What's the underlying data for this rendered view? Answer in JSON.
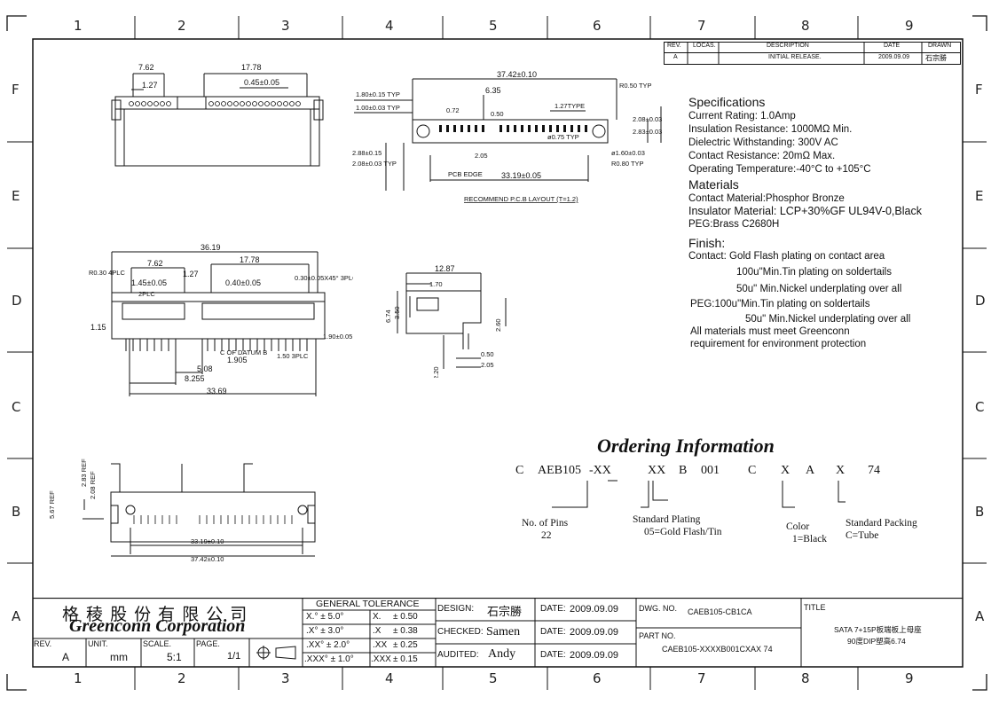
{
  "frame": {
    "columns": [
      "1",
      "2",
      "3",
      "4",
      "5",
      "6",
      "7",
      "8",
      "9"
    ],
    "rows": [
      "F",
      "E",
      "D",
      "C",
      "B",
      "A"
    ]
  },
  "revision_table": {
    "headers": [
      "REV.",
      "LOCAS.",
      "DESCRIPTION",
      "DATE",
      "DRAWN"
    ],
    "row": [
      "A",
      "",
      "INITIAL RELEASE.",
      "2009.09.09",
      "石宗勝"
    ]
  },
  "specifications": {
    "title": "Specifications",
    "lines": [
      "Current Rating: 1.0Amp",
      "Insulation Resistance: 1000MΩ Min.",
      "Dielectric Withstanding: 300V AC",
      "Contact Resistance: 20mΩ Max.",
      "Operating Temperature:-40°C to +105°C"
    ],
    "materials_title": "Materials",
    "materials": [
      "Contact Material:Phosphor Bronze",
      "Insulator Material: LCP+30%GF UL94V-0,Black",
      "PEG:Brass C2680H"
    ],
    "finish_title": "Finish:",
    "finish": [
      "Contact: Gold Flash plating on contact area",
      "100u\"Min.Tin plating on soldertails",
      "50u\" Min.Nickel underplating over all",
      "PEG:100u\"Min.Tin plating on soldertails",
      "50u\" Min.Nickel underplating over all",
      "All materials must meet Greenconn",
      "requirement for environment protection"
    ]
  },
  "dimensions": {
    "top_view": {
      "d1": "7.62",
      "d2": "17.78",
      "d3": "1.27",
      "d4": "0.45±0.05"
    },
    "pcb": {
      "d1": "37.42±0.10",
      "d2": "1.80±0.15 TYP",
      "d3": "1.00±0.03 TYP",
      "d4": "6.35",
      "d5": "0.72",
      "d6": "0.50",
      "d7": "1.27TYPE",
      "d8": "R0.50 TYP",
      "d9": "2.08±0.03",
      "d10": "2.83±0.03",
      "d11": "ø0.75 TYP",
      "d12": "2.05",
      "d13": "PCB EDGE",
      "d14": "33.19±0.05",
      "d15": "2.88±0.15",
      "d16": "2.08±0.03 TYP",
      "d17": "ø1.60±0.03",
      "d18": "R0.80 TYP",
      "caption": "RECOMMEND P.C.B LAYOUT (T=1.2)"
    },
    "front": {
      "d1": "36.19",
      "d2": "7.62",
      "d3": "17.78",
      "d4": "R0.30 4PLC",
      "d5": "1.45±0.05",
      "d6": "1.27",
      "d7": "0.40±0.05",
      "d8": "2PLC",
      "d9": "0.30±0.05X45° 3PLC",
      "d10": "1.15",
      "d11": "C OF DATUM B",
      "d12": "1.905",
      "d13": "1.50 3PLC",
      "d14": "1.90±0.05",
      "d15": "5.08",
      "d16": "8.255",
      "d17": "33.69"
    },
    "side": {
      "d1": "12.87",
      "d2": "1.70",
      "d3": "6.74",
      "d4": "3.50",
      "d5": "2.60",
      "d6": "0.50",
      "d7": "2.05",
      "d8": "2.20"
    },
    "bottom": {
      "d1": "2.83 REF",
      "d2": "2.08 REF",
      "d3": "5.67 REF",
      "d4": "33.19±0.10",
      "d5": "37.42±0.10"
    }
  },
  "ordering": {
    "title": "Ordering Information",
    "code": [
      "C",
      "AEB105",
      "-XX",
      "XX",
      "B",
      "001",
      "C",
      "X",
      "A",
      "X",
      "74"
    ],
    "pins_label": "No. of Pins",
    "pins_value": "22",
    "plating_label": "Standard Plating",
    "plating_value": "05=Gold Flash/Tin",
    "color_label": "Color",
    "color_value": "1=Black",
    "packing_label": "Standard Packing",
    "packing_value": "C=Tube"
  },
  "title_block": {
    "company_cn": "格 稜 股 份 有 限 公 司",
    "company_en": "Greenconn Corporation",
    "rev_label": "REV.",
    "rev_value": "A",
    "unit_label": "UNIT.",
    "unit_value": "mm",
    "scale_label": "SCALE.",
    "scale_value": "5:1",
    "page_label": "PAGE.",
    "page_value": "1/1",
    "tolerance_title": "GENERAL TOLERANCE",
    "tolerance": [
      [
        "X.° ± 5.0°",
        "X.",
        "± 0.50"
      ],
      [
        ".X° ± 3.0°",
        ".X",
        "± 0.38"
      ],
      [
        ".XX° ± 2.0°",
        ".XX",
        "± 0.25"
      ],
      [
        ".XXX° ± 1.0°",
        ".XXX",
        "± 0.15"
      ]
    ],
    "design_label": "DESIGN:",
    "design_value": "石宗勝",
    "checked_label": "CHECKED:",
    "checked_value": "Samen",
    "audited_label": "AUDITED:",
    "audited_value": "Andy",
    "date_label": "DATE:",
    "date_value": "2009.09.09",
    "dwg_label": "DWG. NO.",
    "dwg_value": "CAEB105-CB1CA",
    "part_label": "PART NO.",
    "part_value": "CAEB105-XXXXB001CXAX 74",
    "title_label": "TITLE",
    "title_line1": "SATA 7+15P板端板上母座",
    "title_line2": "90度DIP塑高6.74"
  }
}
